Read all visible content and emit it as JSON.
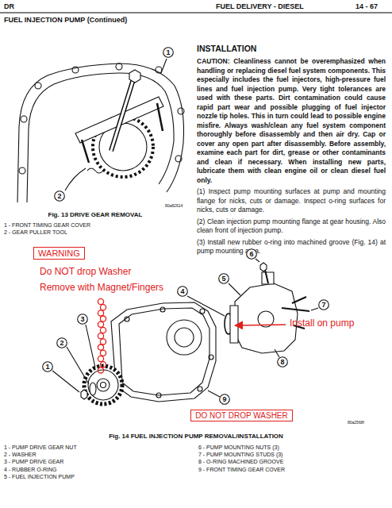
{
  "diagram": {
    "title": "FUEL INJECTION PUMP (Continued)",
    "nodes": [
      {
        "text": [
          "1"
        ]
      },
      {
        "text": [
          "2"
        ]
      },
      {
        "text": [
          "WARNING"
        ]
      },
      {
        "text": [
          "6"
        ]
      },
      {
        "text": [
          "5"
        ]
      },
      {
        "text": [
          "4"
        ]
      },
      {
        "text": [
          "3"
        ]
      },
      {
        "text": [
          "7"
        ]
      },
      {
        "text": [
          "2"
        ]
      },
      {
        "text": [
          "8"
        ]
      },
      {
        "text": [
          "1"
        ]
      },
      {
        "text": [
          "9"
        ]
      },
      {
        "text": [
          "DO NOT DROP WASHER"
        ]
      }
    ],
    "labels": [
      "DR",
      "FUEL DELIVERY - DIESEL",
      "14 - 67",
      "80a82614",
      "Fig. 13 DRIVE GEAR REMOVAL",
      "1 - FRONT TIMING GEAR COVER",
      "2 - GEAR PULLER TOOL",
      "INSTALLATION",
      "CAUTION: Cleanliness cannot be overemphasized when handling or replacing diesel fuel system components. This especially includes the fuel injectors, high-pressure fuel lines and fuel injection pump. Very tight tolerances are used with these parts. Dirt contamination could cause rapid part wear and possible plugging of fuel injector nozzle tip holes. This in turn could lead to possible engine misfire. Always wash/clean any fuel system component thoroughly before disassembly and then air dry. Cap or cover any open part after disassembly. Before assembly, examine each part for dirt, grease or other contaminants and clean if necessary. When installing new parts, lubricate them with clean engine oil or clean diesel fuel only.",
      "(1) Inspect pump mounting surfaces at pump and mounting flange for nicks, cuts or damage. Inspect o-ring surfaces for nicks, cuts or damage.",
      "(2) Clean injection pump mounting flange at gear housing. Also clean front of injection pump.",
      "(3) Install new rubber o-ring into machined groove (Fig. 14) at pump mounting area.",
      "Do NOT drop Washer",
      "Remove with Magnet/Fingers",
      "Install on pump",
      "80a2568f",
      "Fig. 14 FUEL INJECTION PUMP REMOVAL/INSTALLATION",
      "1 - PUMP DRIVE GEAR NUT",
      "2 - WASHER",
      "3 - PUMP DRIVE GEAR",
      "4 - RUBBER O-RING",
      "5 - FUEL INJECTION PUMP",
      "6 - PUMP MOUNTING NUTS (3)",
      "7 - PUMP MOUNTING STUDS (3)",
      "8 - O-RING MACHINED GROOVE",
      "9 - FRONT TIMING GEAR COVER"
    ]
  }
}
